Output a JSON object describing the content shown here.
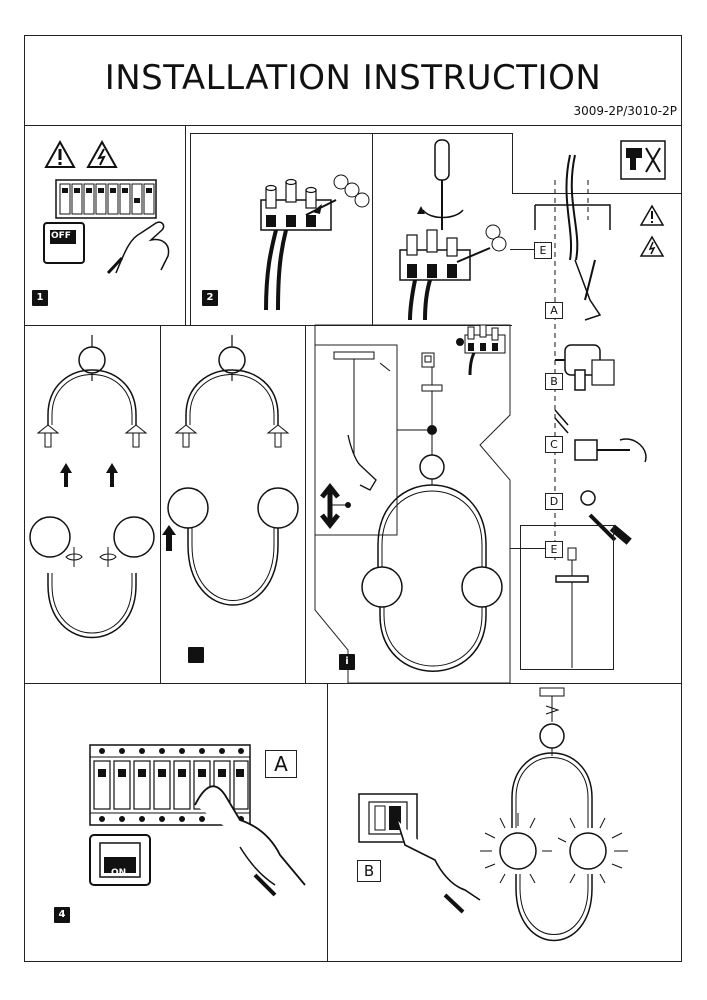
{
  "header": {
    "title": "INSTALLATION INSTRUCTION",
    "model": "3009-2P/3010-2P"
  },
  "steps": {
    "step1": "1",
    "step2": "2",
    "step3": "",
    "step_info": "i",
    "step4": "4"
  },
  "panel1": {
    "switch_label": "OFF"
  },
  "mount_parts": {
    "A": "A",
    "B": "B",
    "C": "C",
    "D": "D",
    "E_top": "E",
    "E_bottom": "E"
  },
  "panel4": {
    "label_A": "A",
    "label_B": "B",
    "switch_label": "ON"
  },
  "icons": [
    "warning-icon",
    "electric-hazard-icon",
    "no-power-tools-icon",
    "screwdriver-icon",
    "pliers-icon",
    "drill-icon",
    "hammer-icon",
    "hand-icon"
  ]
}
